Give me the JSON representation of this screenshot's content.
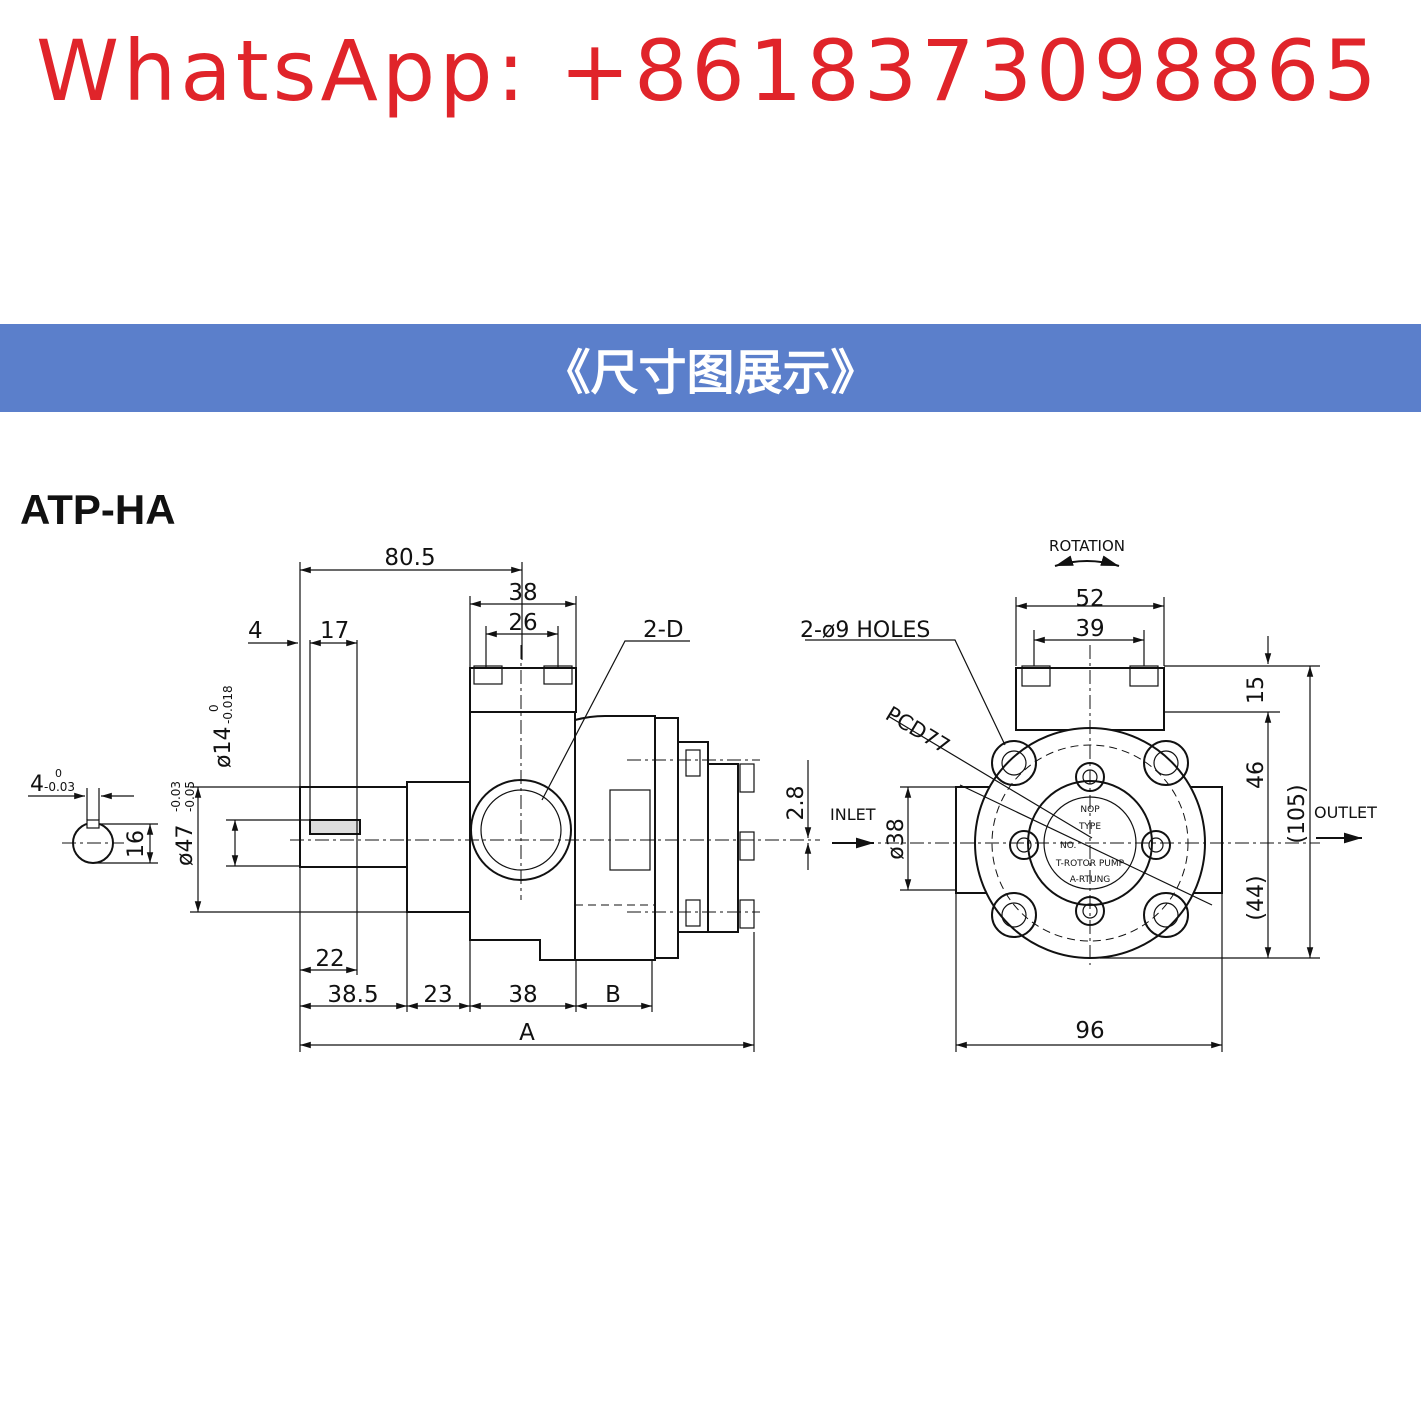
{
  "contact": {
    "text": "WhatsApp: +8618373098865",
    "color": "#e0242a"
  },
  "banner": {
    "text": "《尺寸图展示》",
    "background": "#5b7fcb"
  },
  "model": "ATP-HA",
  "side_view": {
    "dims": {
      "d80_5": "80.5",
      "d38_top": "38",
      "d26": "26",
      "d2D": "2-D",
      "d4": "4",
      "d17": "17",
      "d14": "ø14",
      "d14_tol_up": "0",
      "d14_tol_lo": "-0.018",
      "d47": "ø47",
      "d47_tol_up": "-0.03",
      "d47_tol_lo": "-0.05",
      "d2_8": "2.8",
      "d22": "22",
      "d38_5": "38.5",
      "d23": "23",
      "d38_bot": "38",
      "dB": "B",
      "dA": "A"
    }
  },
  "key_detail": {
    "d4": "4",
    "d4_tol_up": "0",
    "d4_tol_lo": "-0.03",
    "d16": "16"
  },
  "front_view": {
    "rotation": "ROTATION",
    "d52": "52",
    "d39": "39",
    "holes": "2-ø9  HOLES",
    "pcd": "PCD77",
    "inlet": "INLET",
    "outlet": "OUTLET",
    "d38": "ø38",
    "d15": "15",
    "d46": "46",
    "d105": "(105)",
    "d44": "(44)",
    "d96": "96",
    "nameplate": [
      "NOP",
      "TYPE",
      "NO.",
      "T-ROTOR PUMP",
      "A-RTUNG"
    ]
  }
}
